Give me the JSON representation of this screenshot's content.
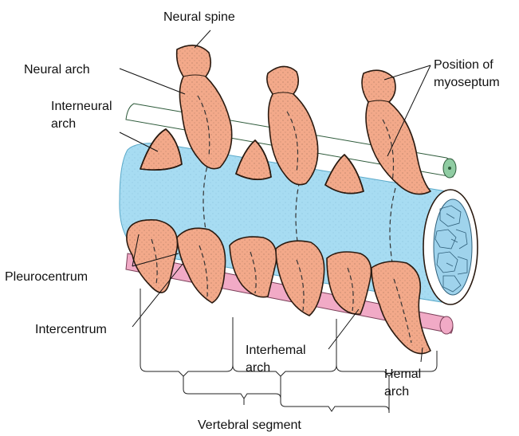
{
  "labels": {
    "neural_spine": "Neural spine",
    "neural_arch": "Neural arch",
    "interneural_arch": [
      "Interneural",
      "arch"
    ],
    "position_of_myoseptum": [
      "Position of",
      "myoseptum"
    ],
    "pleurocentrum": "Pleurocentrum",
    "intercentrum": "Intercentrum",
    "interhemal_arch": [
      "Interhemal",
      "arch"
    ],
    "hemal_arch": [
      "Hemal",
      "arch"
    ],
    "vertebral_segment": "Vertebral segment"
  },
  "colors": {
    "bone": "#f3a98a",
    "notochord": "#a7dcf2",
    "notochord_edge": "#5aa9c9",
    "spinal_cord": "#9fd8b0",
    "dorsal_aorta": "#f1aac6",
    "notochord_core": "#9fd3ec"
  }
}
